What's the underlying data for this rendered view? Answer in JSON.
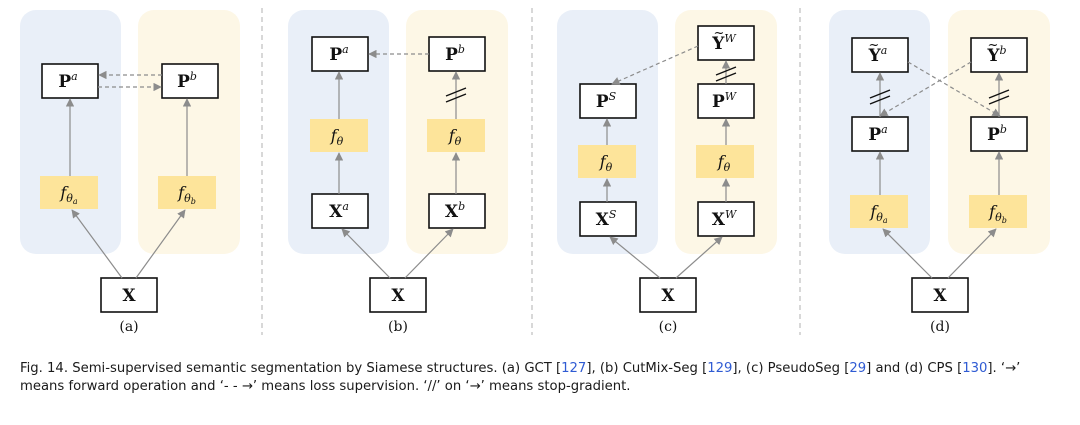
{
  "colors": {
    "panel_left": "#e9eff8",
    "panel_right": "#fdf7e6",
    "function_box": "#fde49a",
    "arrow": "#8c8c8c",
    "divider": "#b0b0b0",
    "reference_link": "#2f5bd3"
  },
  "labels": {
    "input": "X",
    "f_theta": "f",
    "theta": "θ",
    "theta_a": "a",
    "theta_b": "b",
    "P": "P",
    "X": "X",
    "Y": "Y",
    "sup_a": "a",
    "sup_b": "b",
    "sup_S": "S",
    "sup_W": "W"
  },
  "subfigures": [
    "(a)",
    "(b)",
    "(c)",
    "(d)"
  ],
  "caption": {
    "prefix": "Fig. 14. Semi-supervised semantic segmentation by Siamese structures. (a) GCT [",
    "ref1": "127",
    "t1": "], (b) CutMix-Seg [",
    "ref2": "129",
    "t2": "], (c) PseudoSeg [",
    "ref3": "29",
    "t3": "] and (d) CPS [",
    "ref4": "130",
    "t4": "]. ‘→’ means forward operation and ‘- - →’ means loss supervision. ‘//’ on ‘→’ means stop-gradient."
  }
}
